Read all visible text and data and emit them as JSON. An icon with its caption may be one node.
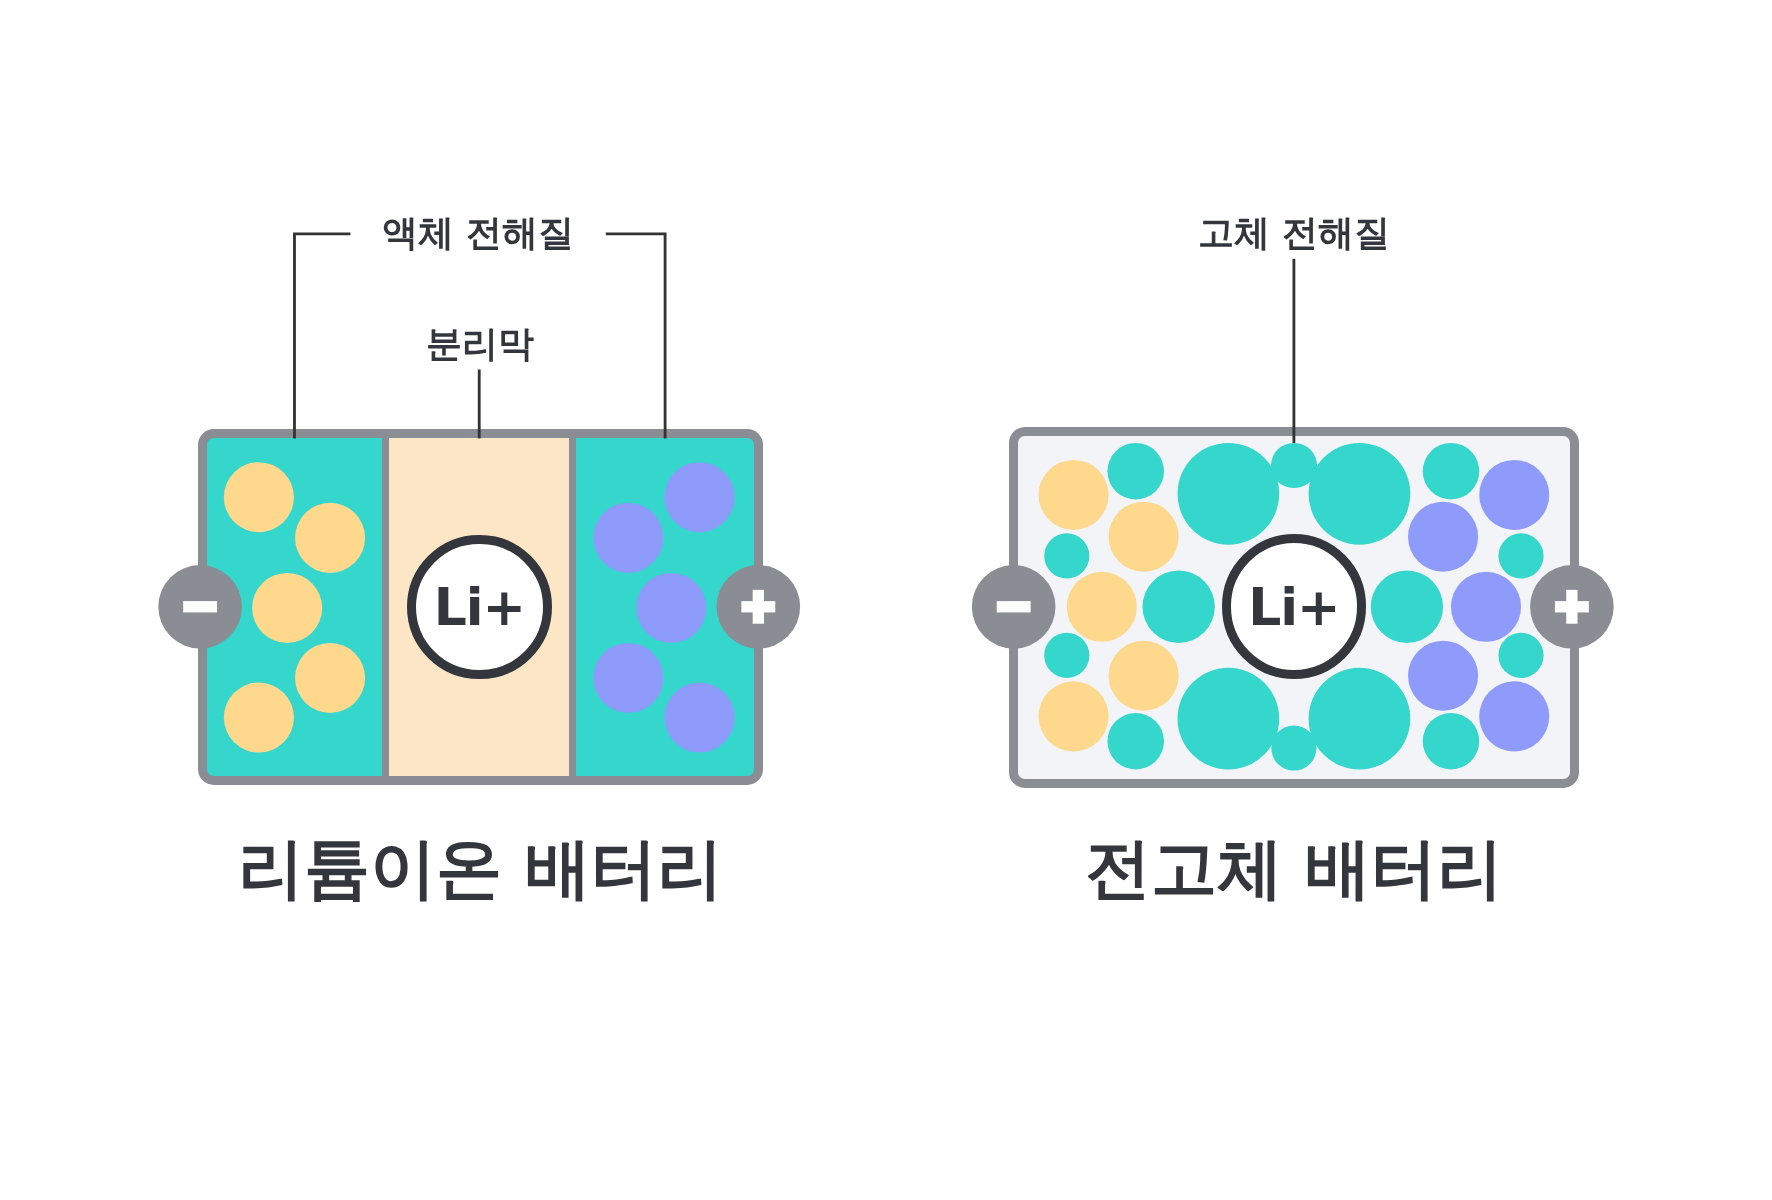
{
  "diagram": {
    "nodes": [
      {
        "text": [],
        "shape": "box",
        "beside": [
          "리튬이온 배터리"
        ]
      },
      {
        "text": [],
        "shape": "box",
        "in": 0
      },
      {
        "text": [],
        "shape": "box",
        "in": 0
      },
      {
        "text": [],
        "shape": "box",
        "in": 0
      },
      {
        "text": [
          "Li+"
        ],
        "in": 2
      },
      {
        "text": [
          "액체 전해질"
        ]
      },
      {
        "text": [
          "분리막"
        ]
      },
      {
        "text": [],
        "shape": "box",
        "beside": [
          "전고체 배터리"
        ]
      },
      {
        "text": [],
        "shape": "circle",
        "in": 7
      },
      {
        "text": [
          "Li+"
        ],
        "in": 7
      },
      {
        "text": [
          "고체 전해질"
        ]
      }
    ],
    "edges": [
      {
        "from": 5,
        "to": 1,
        "arrow": "none"
      },
      {
        "from": 5,
        "to": 3,
        "arrow": "none"
      },
      {
        "from": 6,
        "to": 2,
        "arrow": "none"
      },
      {
        "from": 10,
        "to": 8,
        "arrow": "none"
      }
    ]
  }
}
